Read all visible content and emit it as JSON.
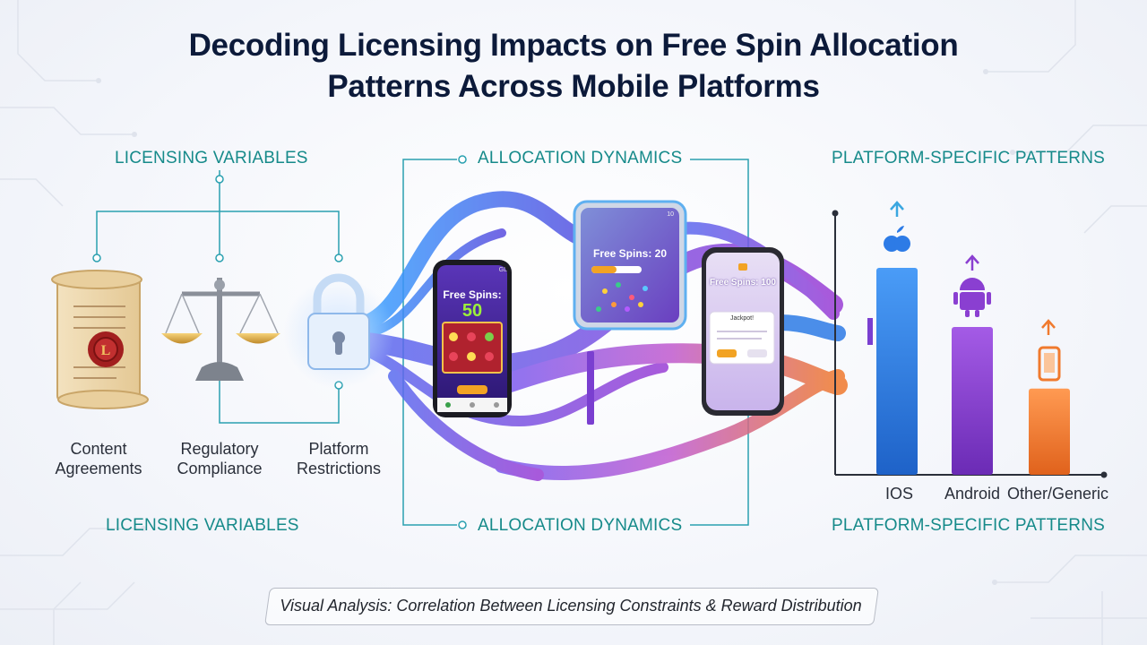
{
  "title": {
    "line1": "Decoding Licensing Impacts on Free Spin Allocation",
    "line2": "Patterns Across Mobile Platforms"
  },
  "sections": {
    "licensing_top": "LICENSING VARIABLES",
    "licensing_bottom": "LICENSING VARIABLES",
    "allocation_top": "ALLOCATION DYNAMICS",
    "allocation_bottom": "ALLOCATION DYNAMICS",
    "platform_top": "PLATFORM-SPECIFIC PATTERNS",
    "platform_bottom": "PLATFORM-SPECIFIC PATTERNS"
  },
  "licensing_items": [
    {
      "line1": "Content",
      "line2": "Agreements",
      "icon": "scroll-seal-icon"
    },
    {
      "line1": "Regulatory",
      "line2": "Compliance",
      "icon": "scales-icon"
    },
    {
      "line1": "Platform",
      "line2": "Restrictions",
      "icon": "padlock-icon"
    }
  ],
  "devices": {
    "phone_left": {
      "text": "Free Spins:",
      "number": "50",
      "status": "GL"
    },
    "tablet": {
      "text": "Free Spins: 20",
      "status": "10"
    },
    "phone_right": {
      "text": "Free Spins: 100",
      "dialog_title": "Jackpot!"
    }
  },
  "chart_data": {
    "type": "bar",
    "categories": [
      "IOS",
      "Android",
      "Other/Generic"
    ],
    "values": [
      0.84,
      0.6,
      0.35
    ],
    "value_note": "relative bar heights, no axis scale shown",
    "colors": [
      "#2d7be6",
      "#8a3fd1",
      "#f07a2e"
    ],
    "icons": [
      "apple-icon",
      "android-icon",
      "phone-icon"
    ],
    "title": "",
    "xlabel": "",
    "ylabel": ""
  },
  "colors": {
    "blue": "#2d7be6",
    "purple": "#8a3fd1",
    "orange": "#f07a2e",
    "teal": "#168a8a",
    "title": "#0c1a3a"
  },
  "caption": "Visual Analysis: Correlation Between Licensing Constraints & Reward Distribution"
}
